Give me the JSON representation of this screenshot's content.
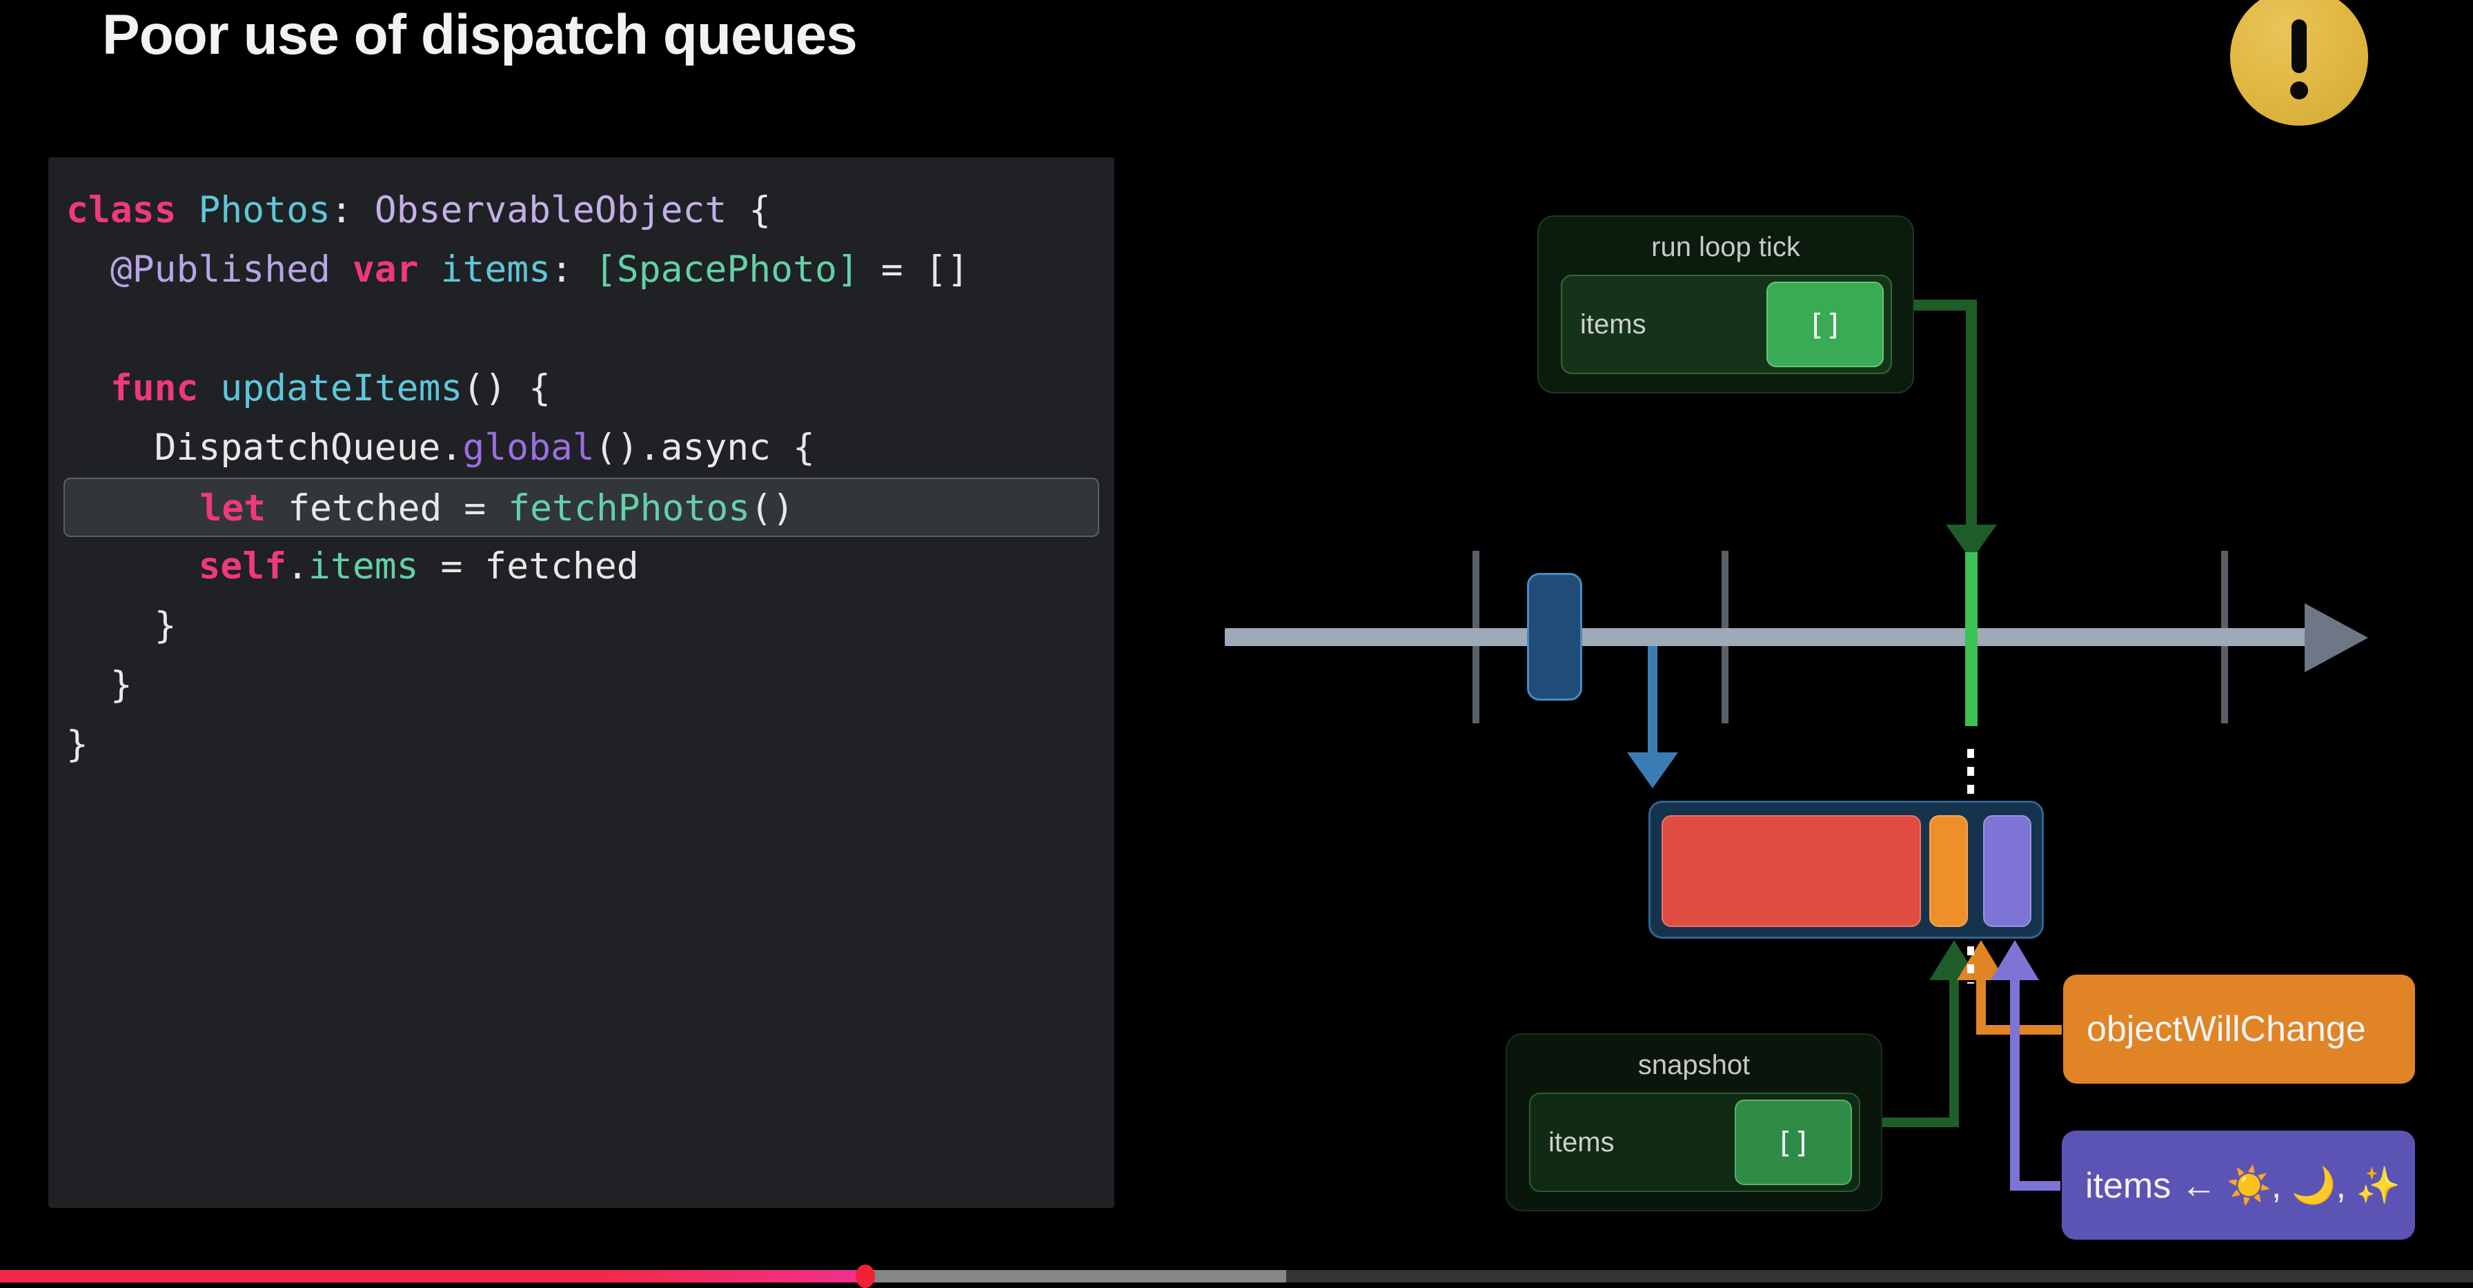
{
  "slide": {
    "title": "Poor use of dispatch queues"
  },
  "badge": {
    "icon": "exclamation-circle-icon",
    "color": "#dfb63f",
    "symbol": "!"
  },
  "code": {
    "language": "swift",
    "highlighted_line_index": 5,
    "lines": [
      {
        "tokens": [
          {
            "t": "class",
            "c": "tk-key"
          },
          {
            "t": " ",
            "c": "tk-plain"
          },
          {
            "t": "Photos",
            "c": "tk-type"
          },
          {
            "t": ": ",
            "c": "tk-plain"
          },
          {
            "t": "ObservableObject",
            "c": "tk-class"
          },
          {
            "t": " {",
            "c": "tk-plain"
          }
        ]
      },
      {
        "tokens": [
          {
            "t": "  ",
            "c": "tk-plain"
          },
          {
            "t": "@Published",
            "c": "tk-prop"
          },
          {
            "t": " ",
            "c": "tk-plain"
          },
          {
            "t": "var",
            "c": "tk-key"
          },
          {
            "t": " ",
            "c": "tk-plain"
          },
          {
            "t": "items",
            "c": "tk-ident"
          },
          {
            "t": ": ",
            "c": "tk-plain"
          },
          {
            "t": "[SpacePhoto]",
            "c": "tk-mint"
          },
          {
            "t": " = []",
            "c": "tk-plain"
          }
        ]
      },
      {
        "tokens": [
          {
            "t": "",
            "c": "tk-plain"
          }
        ]
      },
      {
        "tokens": [
          {
            "t": "  ",
            "c": "tk-plain"
          },
          {
            "t": "func",
            "c": "tk-key"
          },
          {
            "t": " ",
            "c": "tk-plain"
          },
          {
            "t": "updateItems",
            "c": "tk-ident"
          },
          {
            "t": "() {",
            "c": "tk-plain"
          }
        ]
      },
      {
        "tokens": [
          {
            "t": "    DispatchQueue.",
            "c": "tk-plain"
          },
          {
            "t": "global",
            "c": "tk-purple"
          },
          {
            "t": "().async {",
            "c": "tk-plain"
          }
        ]
      },
      {
        "tokens": [
          {
            "t": "      ",
            "c": "tk-plain"
          },
          {
            "t": "let",
            "c": "tk-key"
          },
          {
            "t": " fetched = ",
            "c": "tk-plain"
          },
          {
            "t": "fetchPhotos",
            "c": "tk-mint"
          },
          {
            "t": "()",
            "c": "tk-plain"
          }
        ]
      },
      {
        "tokens": [
          {
            "t": "      ",
            "c": "tk-plain"
          },
          {
            "t": "self",
            "c": "tk-key"
          },
          {
            "t": ".",
            "c": "tk-plain"
          },
          {
            "t": "items",
            "c": "tk-mint"
          },
          {
            "t": " = fetched",
            "c": "tk-plain"
          }
        ]
      },
      {
        "tokens": [
          {
            "t": "    }",
            "c": "tk-plain"
          }
        ]
      },
      {
        "tokens": [
          {
            "t": "  }",
            "c": "tk-plain"
          }
        ]
      },
      {
        "tokens": [
          {
            "t": "}",
            "c": "tk-plain"
          }
        ]
      }
    ]
  },
  "diagram": {
    "runloop_card": {
      "title": "run loop tick",
      "key": "items",
      "value": "[]"
    },
    "snapshot_card": {
      "title": "snapshot",
      "key": "items",
      "value": "[]"
    },
    "callouts": {
      "object_will_change": "objectWillChange",
      "items_assignment": "items ← ☀️, 🌙, ✨"
    },
    "colors": {
      "timeline": "#9eaab8",
      "blue_block": "#1f4d77",
      "green_line": "#3cc255",
      "red_block": "#e04b42",
      "orange_block": "#ef8f2a",
      "purple_block": "#7d74d6",
      "callout_orange": "#e08425",
      "callout_purple": "#5c54b5"
    }
  },
  "scrubber": {
    "played_percent": 35,
    "buffered_percent": 52,
    "played_color": "#f4294a",
    "handle_color": "#f32036"
  }
}
